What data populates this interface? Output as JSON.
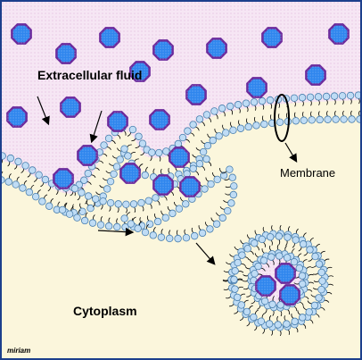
{
  "labels": {
    "extracellular": "Extracellular fluid",
    "membrane": "Membrane",
    "cytoplasm": "Cytoplasm",
    "signature": "miriam"
  },
  "colors": {
    "extracellular_fluid": "#f6e6f4",
    "cytoplasm": "#fbf6dc",
    "particle_fill": "#2f86ee",
    "particle_outline": "#6b2a9c",
    "lipid_head": "#bfdcf5",
    "lipid_head_outline": "#4a7fae",
    "border": "#1c3f8c"
  },
  "icons": {
    "particle": "blue-octagon-molecule",
    "lipid": "phospholipid-head-with-tails"
  }
}
